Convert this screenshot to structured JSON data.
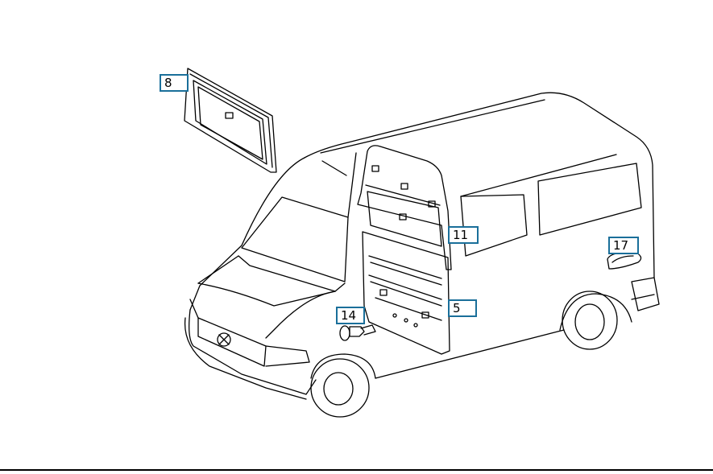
{
  "callouts": {
    "part_8": "8",
    "part_11": "11",
    "part_5": "5",
    "part_14": "14",
    "part_17": "17"
  },
  "colors": {
    "callout_border": "#1a6f9a",
    "line": "#000000"
  }
}
